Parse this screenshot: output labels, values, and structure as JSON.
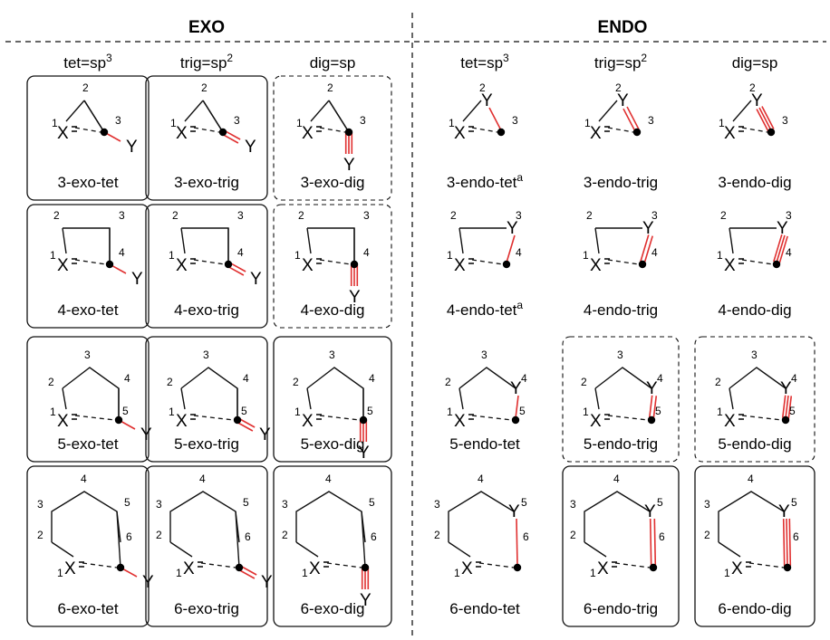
{
  "title_exo": "EXO",
  "title_endo": "ENDO",
  "columns": [
    {
      "base": "tet=sp",
      "sup": "3"
    },
    {
      "base": "trig=sp",
      "sup": "2"
    },
    {
      "base": "dig=sp",
      "sup": ""
    },
    {
      "base": "tet=sp",
      "sup": "3"
    },
    {
      "base": "trig=sp",
      "sup": "2"
    },
    {
      "base": "dig=sp",
      "sup": ""
    }
  ],
  "rows": [
    3,
    4,
    5,
    6
  ],
  "atoms": {
    "nucleophile": "X",
    "leaving": "Y",
    "charge": "-"
  },
  "bond_color": "#e03030",
  "cells": [
    {
      "ring": 3,
      "mode": "exo",
      "type": "tet",
      "label": "3-exo-tet",
      "sup": "",
      "box": "solid"
    },
    {
      "ring": 3,
      "mode": "exo",
      "type": "trig",
      "label": "3-exo-trig",
      "sup": "",
      "box": "solid"
    },
    {
      "ring": 3,
      "mode": "exo",
      "type": "dig",
      "label": "3-exo-dig",
      "sup": "",
      "box": "dashed"
    },
    {
      "ring": 3,
      "mode": "endo",
      "type": "tet",
      "label": "3-endo-tet",
      "sup": "a",
      "box": "none"
    },
    {
      "ring": 3,
      "mode": "endo",
      "type": "trig",
      "label": "3-endo-trig",
      "sup": "",
      "box": "none"
    },
    {
      "ring": 3,
      "mode": "endo",
      "type": "dig",
      "label": "3-endo-dig",
      "sup": "",
      "box": "none"
    },
    {
      "ring": 4,
      "mode": "exo",
      "type": "tet",
      "label": "4-exo-tet",
      "sup": "",
      "box": "solid"
    },
    {
      "ring": 4,
      "mode": "exo",
      "type": "trig",
      "label": "4-exo-trig",
      "sup": "",
      "box": "solid"
    },
    {
      "ring": 4,
      "mode": "exo",
      "type": "dig",
      "label": "4-exo-dig",
      "sup": "",
      "box": "dashed"
    },
    {
      "ring": 4,
      "mode": "endo",
      "type": "tet",
      "label": "4-endo-tet",
      "sup": "a",
      "box": "none"
    },
    {
      "ring": 4,
      "mode": "endo",
      "type": "trig",
      "label": "4-endo-trig",
      "sup": "",
      "box": "none"
    },
    {
      "ring": 4,
      "mode": "endo",
      "type": "dig",
      "label": "4-endo-dig",
      "sup": "",
      "box": "none"
    },
    {
      "ring": 5,
      "mode": "exo",
      "type": "tet",
      "label": "5-exo-tet",
      "sup": "",
      "box": "solid"
    },
    {
      "ring": 5,
      "mode": "exo",
      "type": "trig",
      "label": "5-exo-trig",
      "sup": "",
      "box": "solid"
    },
    {
      "ring": 5,
      "mode": "exo",
      "type": "dig",
      "label": "5-exo-dig",
      "sup": "",
      "box": "solid"
    },
    {
      "ring": 5,
      "mode": "endo",
      "type": "tet",
      "label": "5-endo-tet",
      "sup": "",
      "box": "none"
    },
    {
      "ring": 5,
      "mode": "endo",
      "type": "trig",
      "label": "5-endo-trig",
      "sup": "",
      "box": "dashed"
    },
    {
      "ring": 5,
      "mode": "endo",
      "type": "dig",
      "label": "5-endo-dig",
      "sup": "",
      "box": "dashed"
    },
    {
      "ring": 6,
      "mode": "exo",
      "type": "tet",
      "label": "6-exo-tet",
      "sup": "",
      "box": "solid"
    },
    {
      "ring": 6,
      "mode": "exo",
      "type": "trig",
      "label": "6-exo-trig",
      "sup": "",
      "box": "solid"
    },
    {
      "ring": 6,
      "mode": "exo",
      "type": "dig",
      "label": "6-exo-dig",
      "sup": "",
      "box": "solid"
    },
    {
      "ring": 6,
      "mode": "endo",
      "type": "tet",
      "label": "6-endo-tet",
      "sup": "",
      "box": "none"
    },
    {
      "ring": 6,
      "mode": "endo",
      "type": "trig",
      "label": "6-endo-trig",
      "sup": "",
      "box": "solid"
    },
    {
      "ring": 6,
      "mode": "endo",
      "type": "dig",
      "label": "6-endo-dig",
      "sup": "",
      "box": "solid"
    }
  ]
}
